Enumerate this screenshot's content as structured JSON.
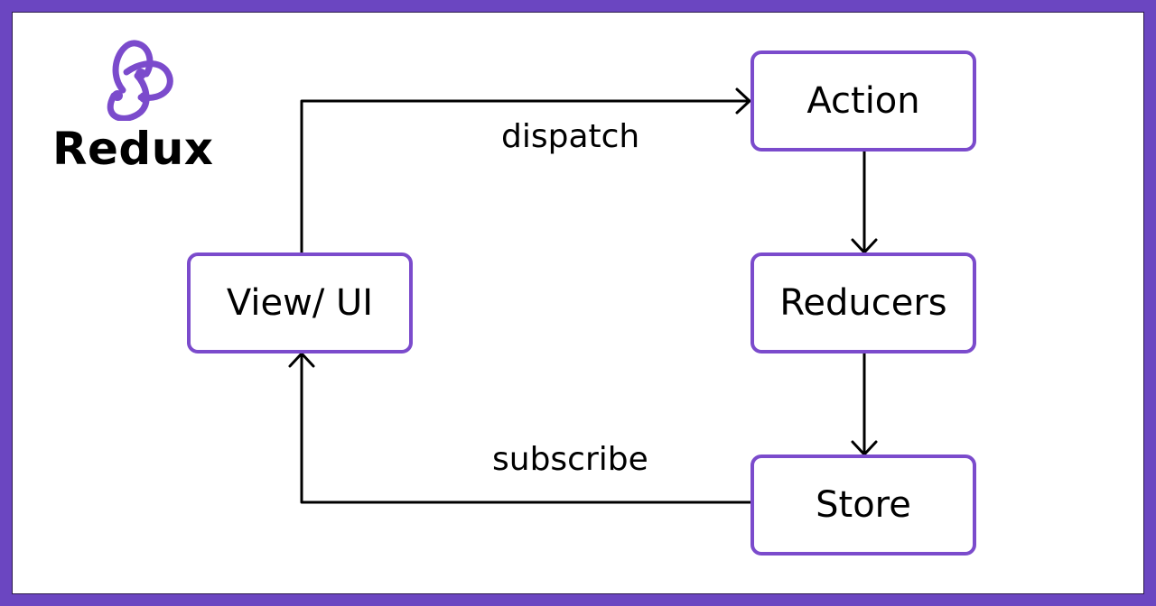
{
  "logo": {
    "icon": "redux-icon",
    "title": "Redux"
  },
  "nodes": {
    "action": "Action",
    "reducers": "Reducers",
    "store": "Store",
    "view": "View/ UI"
  },
  "edges": {
    "dispatch": "dispatch",
    "subscribe": "subscribe"
  },
  "colors": {
    "border": "#6b46c1",
    "accent": "#7b4bcc",
    "line": "#000000",
    "background": "#ffffff"
  }
}
